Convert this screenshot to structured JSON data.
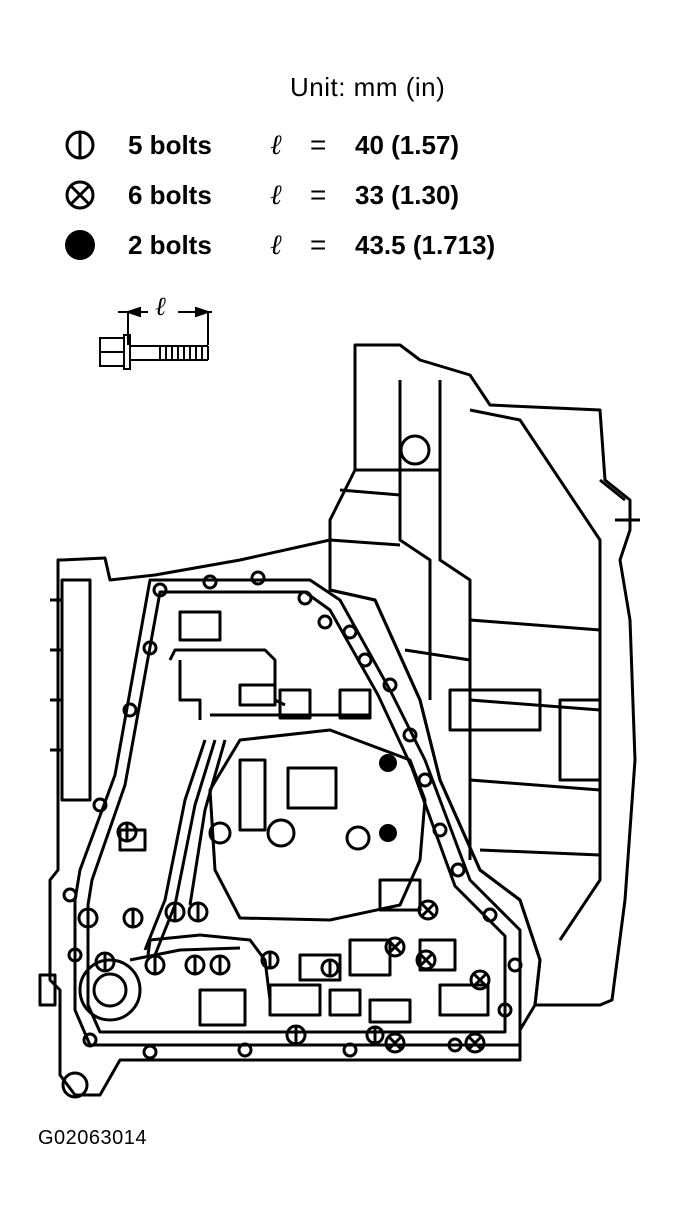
{
  "unit_label": "Unit: mm (in)",
  "legend": [
    {
      "symbol": "half-circle-bolt-icon",
      "count": "5 bolts",
      "ell": "ℓ",
      "eq": "=",
      "value": "40 (1.57)"
    },
    {
      "symbol": "crossed-circle-bolt-icon",
      "count": "6 bolts",
      "ell": "ℓ",
      "eq": "=",
      "value": "33 (1.30)"
    },
    {
      "symbol": "solid-circle-bolt-icon",
      "count": "2 bolts",
      "ell": "ℓ",
      "eq": "=",
      "value": "43.5 (1.713)"
    }
  ],
  "bolt_length_symbol": "ℓ",
  "figure_code": "G02063014"
}
